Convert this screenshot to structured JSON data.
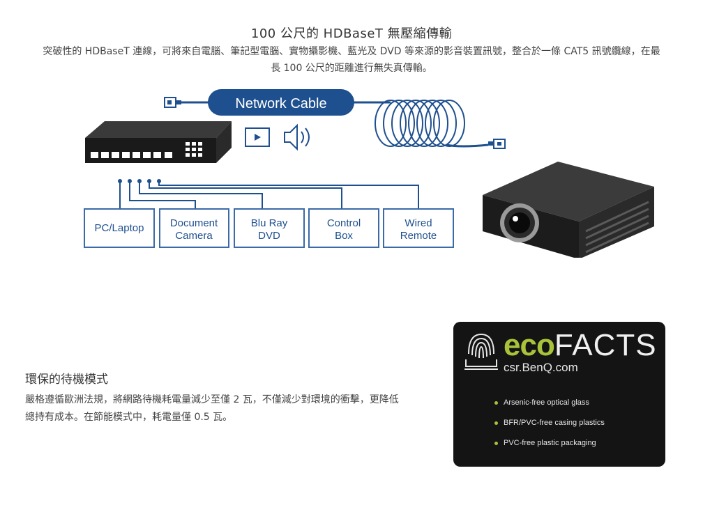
{
  "header": {
    "title": "100 公尺的 HDBaseT 無壓縮傳輸",
    "description": "突破性的 HDBaseT 連線，可將來自電腦、筆記型電腦、實物攝影機、藍光及 DVD 等來源的影音裝置訊號，整合於一條 CAT5 訊號纜線，在最長 100 公尺的距離進行無失真傳輸。"
  },
  "diagram": {
    "cable_label": "Network Cable",
    "sources": [
      {
        "line1": "PC/Laptop",
        "line2": ""
      },
      {
        "line1": "Document",
        "line2": "Camera"
      },
      {
        "line1": "Blu Ray",
        "line2": "DVD"
      },
      {
        "line1": "Control",
        "line2": "Box"
      },
      {
        "line1": "Wired",
        "line2": "Remote"
      }
    ],
    "icons": [
      "video-play-icon",
      "speaker-icon",
      "connector-plug-icon",
      "coiled-cable",
      "switch-box",
      "projector"
    ],
    "colors": {
      "primary": "#1e4f8e",
      "box_border": "#3a6aa8"
    }
  },
  "eco": {
    "title": "環保的待機模式",
    "description": "嚴格遵循歐洲法規，將網路待機耗電量減少至僅 2 瓦，不僅減少對環境的衝擊，更降低總持有成本。在節能模式中，耗電量僅 0.5 瓦。",
    "card": {
      "brand_eco": "eco",
      "brand_facts": "FACTS",
      "url": "csr.BenQ.com",
      "items": [
        "Arsenic-free optical glass",
        "BFR/PVC-free casing plastics",
        "PVC-free plastic packaging"
      ],
      "colors": {
        "background": "#141414",
        "accent": "#a8c33a"
      }
    }
  }
}
